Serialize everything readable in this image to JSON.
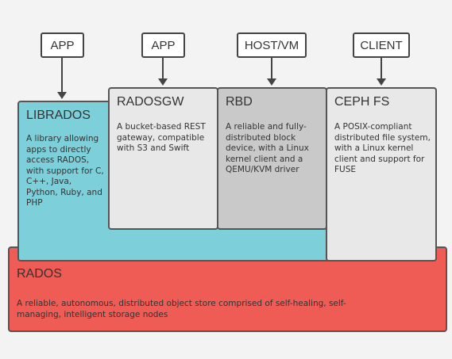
{
  "clients": [
    {
      "label": "APP"
    },
    {
      "label": "APP"
    },
    {
      "label": "HOST/VM"
    },
    {
      "label": "CLIENT"
    }
  ],
  "librados": {
    "title": "LIBRADOS",
    "description": "A library allowing apps to directly access RADOS, with support for C, C++, Java, Python, Ruby, and PHP",
    "color": "#7dcfda"
  },
  "radosgw": {
    "title": "RADOSGW",
    "description": "A bucket-based REST gateway, compatible with S3 and Swift",
    "color": "#e8e8e8"
  },
  "rbd": {
    "title": "RBD",
    "description": "A reliable and fully-distributed block device, with a Linux kernel client and a QEMU/KVM driver",
    "color": "#c9c9c9"
  },
  "cephfs": {
    "title": "CEPH FS",
    "description": "A POSIX-compliant distributed file system, with a Linux kernel client and support for FUSE",
    "color": "#e8e8e8"
  },
  "rados": {
    "title": "RADOS",
    "description": "A reliable, autonomous, distributed object store comprised of self-healing, self-managing, intelligent storage nodes",
    "color": "#ef5b55"
  }
}
